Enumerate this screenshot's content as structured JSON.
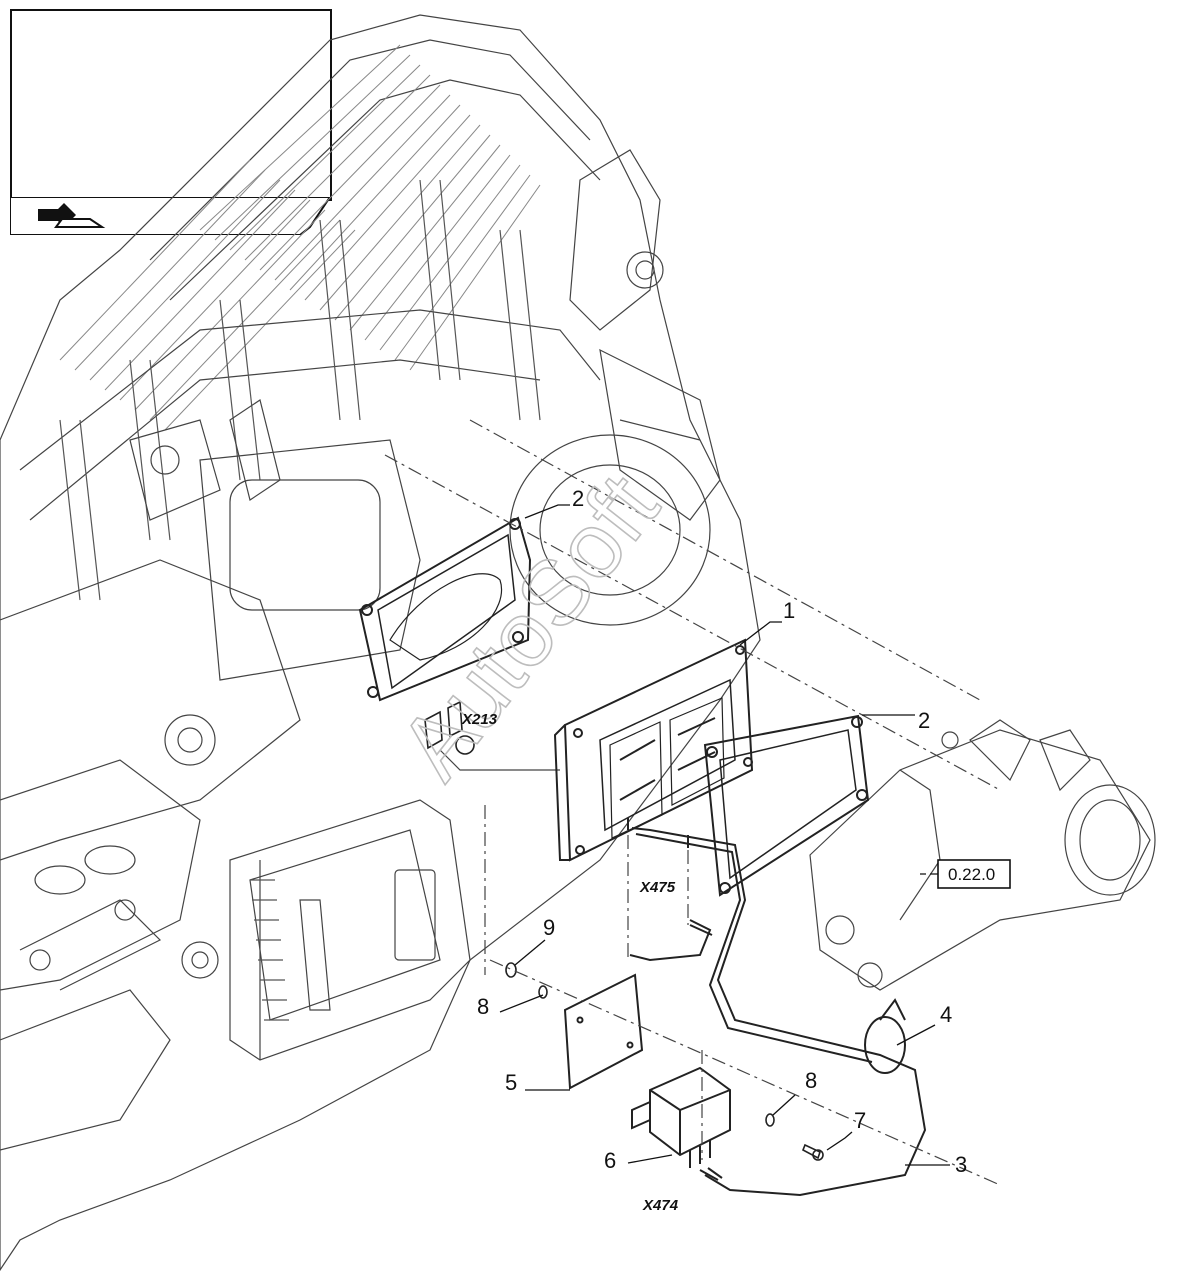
{
  "watermark": "AutoSoft",
  "reference_box": "0.22.0",
  "connectors": {
    "x213": "X213",
    "x475": "X475",
    "x474": "X474"
  },
  "callouts": {
    "c1": "1",
    "c2_top": "2",
    "c2_right": "2",
    "c3": "3",
    "c4": "4",
    "c5": "5",
    "c6": "6",
    "c7": "7",
    "c8_left": "8",
    "c8_right": "8",
    "c9": "9"
  },
  "icons": {
    "navigation": "next-page-arrow-icon"
  }
}
